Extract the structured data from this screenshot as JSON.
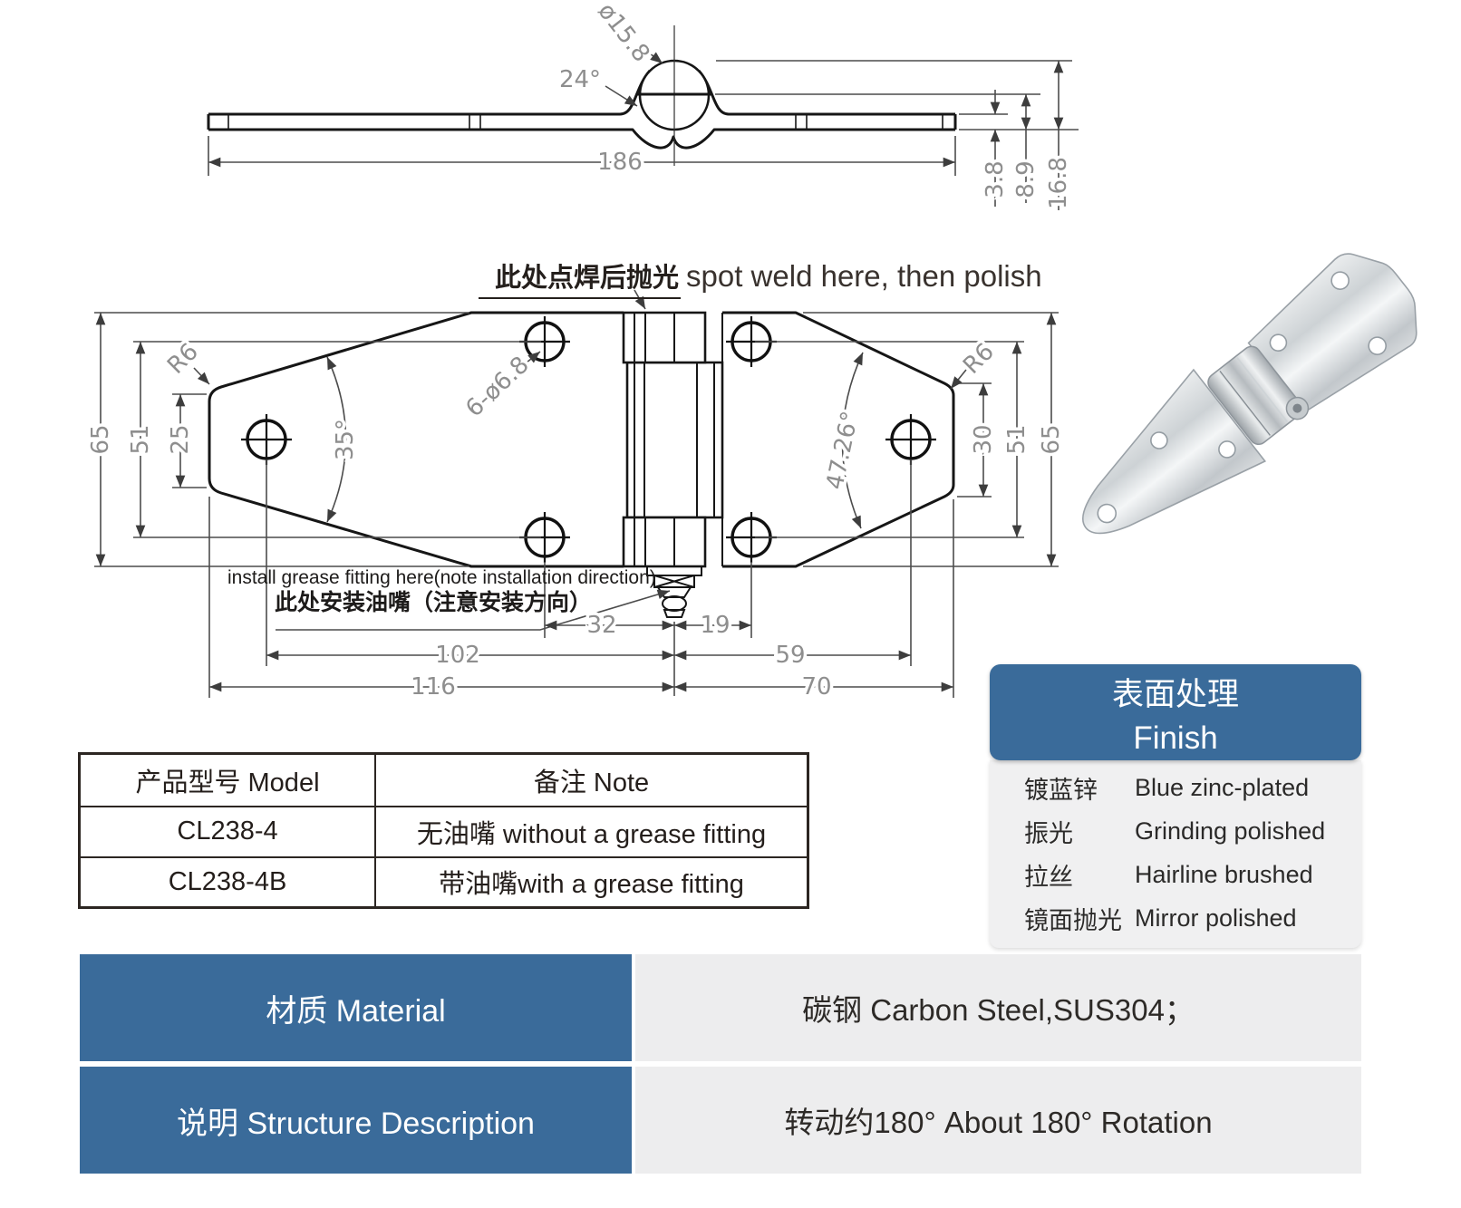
{
  "colors": {
    "accent_blue": "#3a6b9a",
    "cell_gray": "#ededee",
    "panel_gray": "#f0f0f1",
    "line_dark": "#161616",
    "dim_gray": "#8e8e8e",
    "table_border": "#2c2622"
  },
  "side_view": {
    "diameter_label": "ø15.8",
    "angle_label": "24°",
    "length_label": "186",
    "thickness_label": "3.8",
    "mid_height_label": "8.9",
    "total_height_label": "16.8"
  },
  "top_view": {
    "spot_weld_zh": "此处点焊后抛光",
    "spot_weld_en": "spot weld here, then polish",
    "grease_en": "install grease fitting here(note installation direction)",
    "grease_zh": "此处安装油嘴（注意安装方向）",
    "left_height": "65",
    "left_inner_height": "51",
    "left_edge_height": "25",
    "left_radius": "R6",
    "right_radius": "R6",
    "left_angle": "35°",
    "holes_label": "6-ø6.8",
    "right_angle": "47.26°",
    "right_edge_height": "30",
    "right_inner_height": "51",
    "right_height": "65",
    "dim_32": "32",
    "dim_19": "19",
    "dim_102": "102",
    "dim_59": "59",
    "dim_116": "116",
    "dim_70": "70"
  },
  "model_table": {
    "header_model": "产品型号 Model",
    "header_note": "备注 Note",
    "rows": [
      {
        "model": "CL238-4",
        "note": "无油嘴 without a grease fitting"
      },
      {
        "model": "CL238-4B",
        "note": "带油嘴with a grease fitting"
      }
    ]
  },
  "finish_panel": {
    "title_zh": "表面处理",
    "title_en": "Finish",
    "items": [
      {
        "zh": "镀蓝锌",
        "en": "Blue zinc-plated"
      },
      {
        "zh": "振光",
        "en": "Grinding polished"
      },
      {
        "zh": "拉丝",
        "en": "Hairline brushed"
      },
      {
        "zh": "镜面抛光",
        "en": "Mirror polished"
      }
    ]
  },
  "spec_rows": [
    {
      "label": "材质 Material",
      "value": "碳钢  Carbon Steel,SUS304；"
    },
    {
      "label": "说明 Structure Description",
      "value": "转动约180°  About 180° Rotation"
    }
  ]
}
